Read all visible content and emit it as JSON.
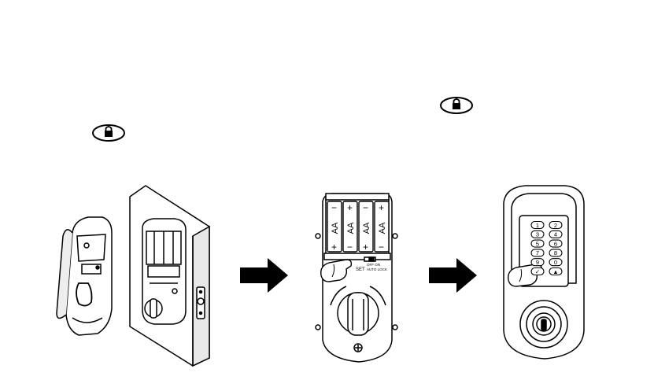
{
  "icons": {
    "lock_icon_top": "lock-button-icon",
    "lock_icon_left": "lock-button-icon",
    "arrow": "right-arrow-icon"
  },
  "battery_labels": [
    "AA",
    "AA",
    "AA",
    "AA"
  ],
  "switch_labels": {
    "set": "SET",
    "on_off": "OFF ON",
    "auto_lock": "AUTO LOCK"
  },
  "keypad_keys": [
    "1",
    "2",
    "3",
    "4",
    "5",
    "6",
    "7",
    "8",
    "9",
    "0",
    "✓",
    "▲"
  ],
  "colors": {
    "ink": "#000000",
    "background": "#ffffff",
    "arrow": "#000000"
  }
}
